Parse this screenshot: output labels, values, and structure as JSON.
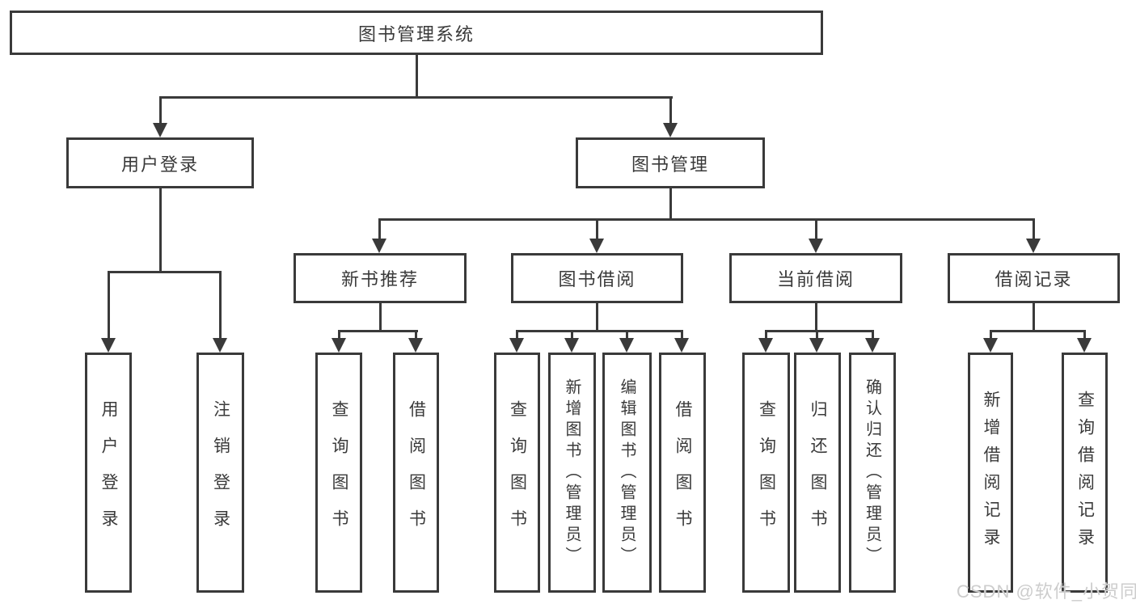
{
  "diagram_type": "hierarchy",
  "colors": {
    "line": "#3a3a3a",
    "box_border": "#3a3a3a",
    "text": "#3a3a3a",
    "background": "#ffffff",
    "watermark": "#cdcdcd"
  },
  "tree": {
    "label": "图书管理系统",
    "children": [
      {
        "label": "用户登录",
        "children": [
          {
            "label": "用户登录"
          },
          {
            "label": "注销登录"
          }
        ]
      },
      {
        "label": "图书管理",
        "children": [
          {
            "label": "新书推荐",
            "children": [
              {
                "label": "查询图书"
              },
              {
                "label": "借阅图书"
              }
            ]
          },
          {
            "label": "图书借阅",
            "children": [
              {
                "label": "查询图书"
              },
              {
                "label": "新增图书（管理员）"
              },
              {
                "label": "编辑图书（管理员）"
              },
              {
                "label": "借阅图书"
              }
            ]
          },
          {
            "label": "当前借阅",
            "children": [
              {
                "label": "查询图书"
              },
              {
                "label": "归还图书"
              },
              {
                "label": "确认归还（管理员）"
              }
            ]
          },
          {
            "label": "借阅记录",
            "children": [
              {
                "label": "新增借阅记录"
              },
              {
                "label": "查询借阅记录"
              }
            ]
          }
        ]
      }
    ]
  },
  "watermark": {
    "text": "CSDN @软件_小贺同学"
  }
}
